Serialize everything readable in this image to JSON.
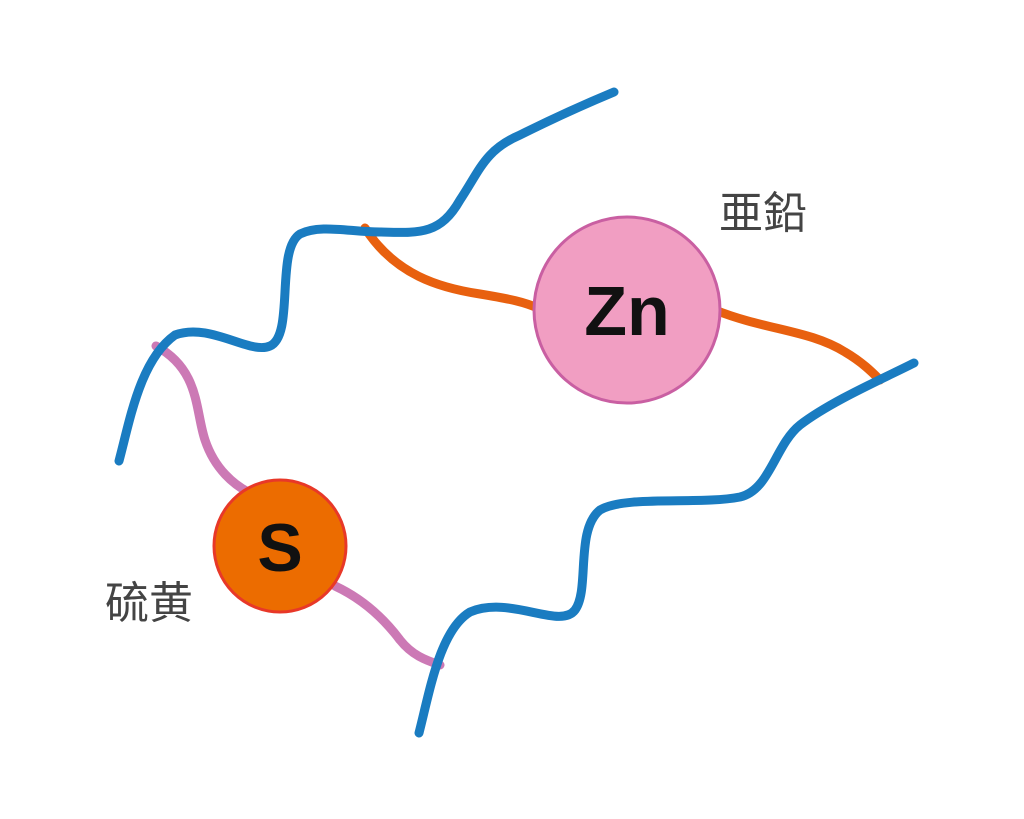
{
  "atoms": {
    "zinc": {
      "symbol": "Zn",
      "name": "亜鉛",
      "fill": "#f19ec2",
      "stroke": "#c95fa2"
    },
    "sulfur": {
      "symbol": "S",
      "name": "硫黄",
      "fill": "#ec6c00",
      "stroke": "#e83828"
    }
  },
  "colors": {
    "polymer_chain": "#1a7cc1",
    "zinc_bridge": "#e8600f",
    "sulfur_bridge": "#cc79b5",
    "label_text": "#444444",
    "background": "#ffffff"
  }
}
